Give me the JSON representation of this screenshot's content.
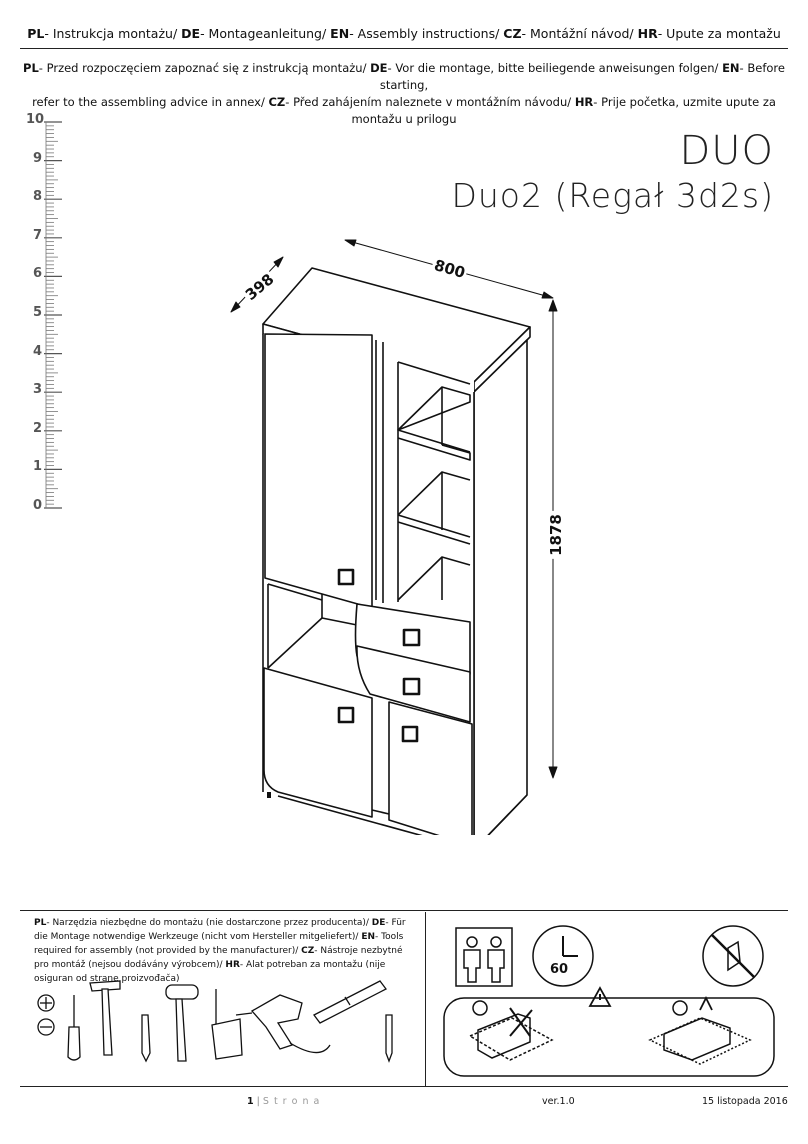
{
  "header": {
    "langs": [
      {
        "code": "PL",
        "text": "- Instrukcja montażu/ "
      },
      {
        "code": "DE",
        "text": "- Montageanleitung/ "
      },
      {
        "code": "EN",
        "text": "- Assembly instructions/ "
      },
      {
        "code": "CZ",
        "text": "- Montážní návod/ "
      },
      {
        "code": "HR",
        "text": "- Upute za montažu"
      }
    ],
    "advice_line1": [
      {
        "code": "PL",
        "text": "- Przed rozpoczęciem zapoznać się z instrukcją montażu/ "
      },
      {
        "code": "DE",
        "text": "- Vor die montage, bitte beiliegende anweisungen folgen/ "
      },
      {
        "code": "EN",
        "text": "- Before starting,"
      }
    ],
    "advice_line2": [
      {
        "code": "",
        "text": "refer to the assembling advice in annex/ "
      },
      {
        "code": "CZ",
        "text": "- Před zahájením naleznete v montážním návodu/ "
      },
      {
        "code": "HR",
        "text": "- Prije početka, uzmite upute za montažu u prilogu"
      }
    ]
  },
  "product": {
    "brand": "DUO",
    "model": "Duo2 (Regał 3d2s)"
  },
  "scale": [
    "10",
    "9",
    "8",
    "7",
    "6",
    "5",
    "4",
    "3",
    "2",
    "1",
    "0"
  ],
  "dimensions": {
    "depth": "398",
    "width": "800",
    "height": "1878"
  },
  "tools": {
    "text": [
      {
        "code": "PL",
        "text": "- Narzędzia niezbędne do montażu (nie dostarczone przez producenta)/ "
      },
      {
        "code": "DE",
        "text": "- Für die Montage notwendige Werkzeuge (nicht vom Hersteller mitgeliefert)/ "
      },
      {
        "code": "EN",
        "text": "- Tools required for assembly (not provided by the manufacturer)/ "
      },
      {
        "code": "CZ",
        "text": "- Nástroje nezbytné pro montáž (nejsou dodávány výrobcem)/ "
      },
      {
        "code": "HR",
        "text": "- Alat potreban za montažu (nije osiguran od strane proizvođača)"
      }
    ]
  },
  "assembly_time": "60",
  "footer": {
    "page": "1",
    "sep": "|",
    "page_label": "S t r o n a",
    "version": "ver.1.0",
    "date": "15 listopada 2016"
  }
}
